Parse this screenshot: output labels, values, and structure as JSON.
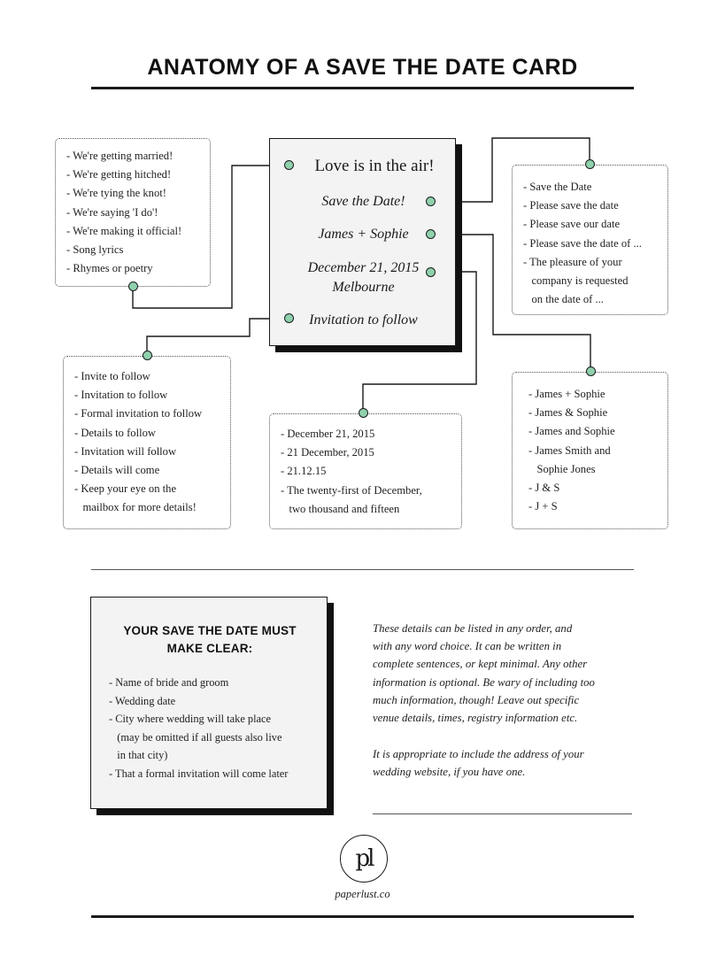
{
  "title": "ANATOMY OF A SAVE THE DATE CARD",
  "card": {
    "line1": "Love is in the air!",
    "line2": "Save the Date!",
    "line3": "James + Sophie",
    "line4a": "December 21, 2015",
    "line4b": "Melbourne",
    "line5": "Invitation to follow"
  },
  "boxes": {
    "announcement": [
      "- We're getting married!",
      "- We're getting hitched!",
      "- We're tying the knot!",
      "- We're saying 'I do'!",
      "- We're making it official!",
      "- Song lyrics",
      "- Rhymes or poetry"
    ],
    "save_date": [
      "- Save the Date",
      "- Please save the date",
      "- Please save our date",
      "- Please save the date of ...",
      "- The pleasure of your",
      "   company is requested",
      "   on the date of ..."
    ],
    "invitation": [
      "- Invite to follow",
      "- Invitation to follow",
      "- Formal invitation to follow",
      "- Details to follow",
      "- Invitation will follow",
      "- Details will come",
      "- Keep your eye on the",
      "   mailbox for more details!"
    ],
    "date": [
      "- December 21, 2015",
      "- 21 December, 2015",
      "- 21.12.15",
      "- The twenty-first of December,",
      "   two thousand and fifteen"
    ],
    "names": [
      "- James + Sophie",
      "- James & Sophie",
      "- James and Sophie",
      "- James Smith and",
      "   Sophie Jones",
      "- J & S",
      "- J + S"
    ]
  },
  "must": {
    "title_line1": "YOUR SAVE THE DATE MUST",
    "title_line2": "MAKE CLEAR:",
    "items": [
      "- Name of bride and groom",
      "- Wedding date",
      "- City where wedding will take place",
      "   (may be omitted if all guests also live",
      "   in that city)",
      "- That a formal invitation will come later"
    ]
  },
  "paragraph1": [
    "These details can be listed in any order, and",
    "with any word choice. It can be written in",
    "complete sentences, or kept minimal. Any other",
    "information is optional. Be wary of including too",
    "much information, though! Leave out specific",
    "venue details, times, registry information etc."
  ],
  "paragraph2": [
    "It is appropriate to include the address of your",
    "wedding website, if you have one."
  ],
  "logo": {
    "mark": "pl",
    "text": "paperlust.co"
  },
  "colors": {
    "dot": "#8fd1ad",
    "ink": "#1a1a1a",
    "card_bg": "#f3f3f3"
  }
}
